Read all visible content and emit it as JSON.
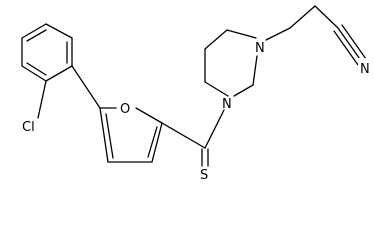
{
  "diagram": {
    "type": "chemical-structure",
    "atoms": {
      "chlorine": "Cl",
      "furan_oxygen": "O",
      "piperazine_n_top": "N",
      "piperazine_n_bottom": "N",
      "thione_sulfur": "S",
      "nitrile_nitrogen": "N"
    },
    "colors": {
      "line": "#000000",
      "background": "#ffffff"
    }
  }
}
